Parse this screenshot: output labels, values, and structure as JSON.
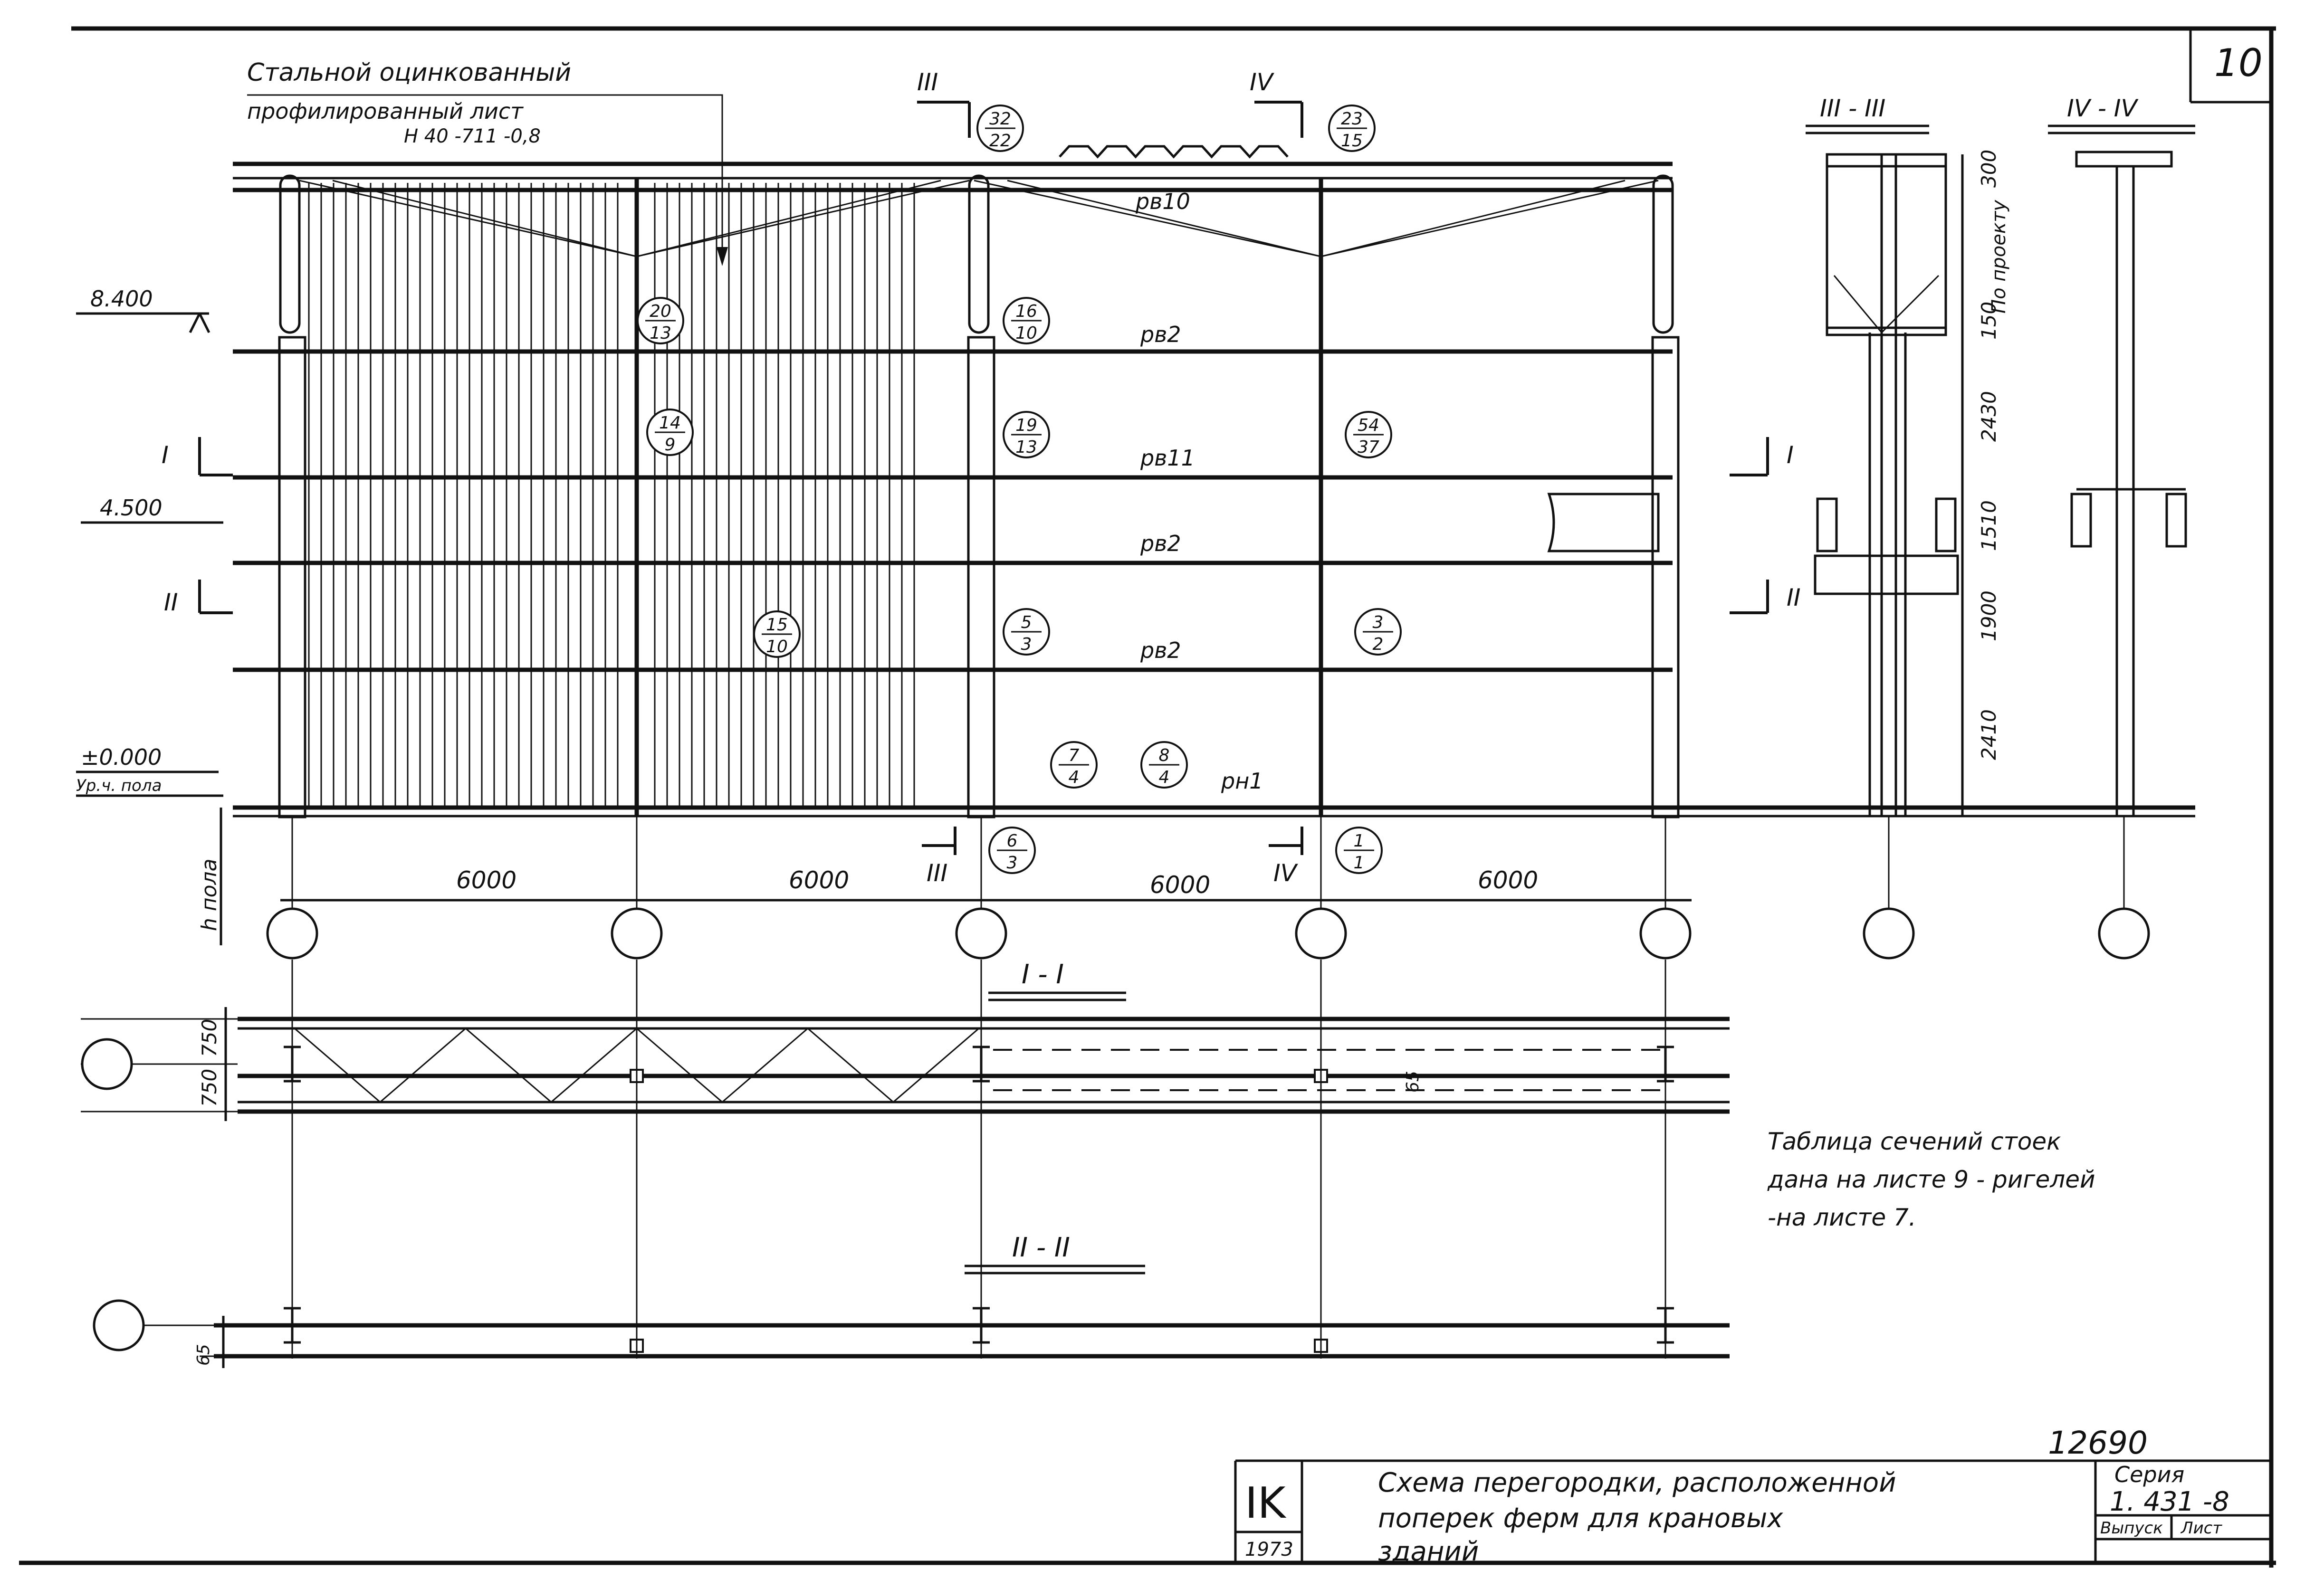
{
  "sheet": {
    "number": "10",
    "stamp": "12690"
  },
  "notes": {
    "sheeting_line1": "Стальной оцинкованный",
    "sheeting_line2": "профилированный лист",
    "sheeting_line3": "Н 40 -711 -0,8",
    "table_line1": "Таблица сечений стоек",
    "table_line2": "дана на листе 9 - ригелей",
    "table_line3": "-на листе 7."
  },
  "levels": [
    {
      "label": "8.400"
    },
    {
      "label": "4.500"
    },
    {
      "label": "±0.000"
    },
    {
      "label": "Ур.ч. пола"
    }
  ],
  "floor_height_label": "h пола",
  "section_markers": {
    "s1": "I",
    "s2": "II",
    "s3": "III",
    "s4": "IV"
  },
  "section_titles": {
    "t1": "I - I",
    "t2": "II - II",
    "t3": "III - III",
    "t4": "IV - IV"
  },
  "beam_labels": [
    "рв10",
    "рв2",
    "рв11",
    "рв2",
    "рв2",
    "рн1"
  ],
  "node_marks": [
    {
      "top": "32",
      "bottom": "22"
    },
    {
      "top": "23",
      "bottom": "15"
    },
    {
      "top": "20",
      "bottom": "13"
    },
    {
      "top": "16",
      "bottom": "10"
    },
    {
      "top": "14",
      "bottom": "9"
    },
    {
      "top": "19",
      "bottom": "13"
    },
    {
      "top": "54",
      "bottom": "37"
    },
    {
      "top": "15",
      "bottom": "10"
    },
    {
      "top": "5",
      "bottom": "3"
    },
    {
      "top": "3",
      "bottom": "2"
    },
    {
      "top": "7",
      "bottom": "4"
    },
    {
      "top": "8",
      "bottom": "4"
    },
    {
      "top": "6",
      "bottom": "3"
    },
    {
      "top": "1",
      "bottom": "1"
    }
  ],
  "spans": [
    "6000",
    "6000",
    "6000",
    "6000"
  ],
  "section_dims": [
    "300",
    "По проекту",
    "150",
    "2430",
    "1510",
    "1900",
    "2410"
  ],
  "plan_dims": [
    "750",
    "750",
    "65",
    "65"
  ],
  "title_block": {
    "code": "IK",
    "year": "1973",
    "title_line1": "Схема перегородки, расположенной",
    "title_line2": "поперек ферм для крановых",
    "title_line3": "зданий",
    "series_label": "Серия",
    "series_value": "1. 431 -8",
    "issue_label": "Выпуск",
    "sheet_label": "Лист"
  }
}
